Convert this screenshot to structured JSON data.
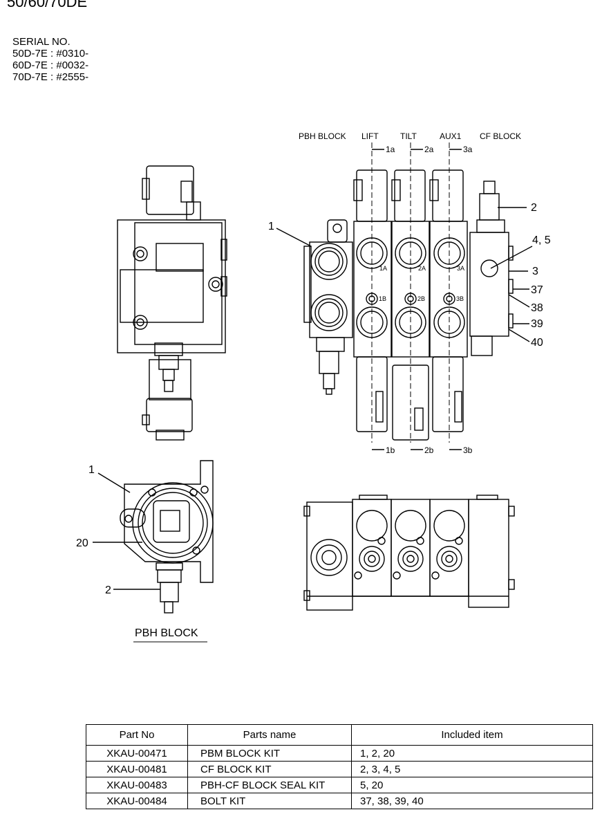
{
  "page_title": "50/60/70DE",
  "serial": {
    "heading": "SERIAL NO.",
    "lines": [
      "50D-7E : #0310-",
      "60D-7E : #0032-",
      "70D-7E : #2555-"
    ]
  },
  "diagram": {
    "top_labels": [
      "PBH BLOCK",
      "LIFT",
      "TILT",
      "AUX1",
      "CF BLOCK"
    ],
    "port_top": [
      "1a",
      "2a",
      "3a"
    ],
    "port_bottom": [
      "1b",
      "2b",
      "3b"
    ],
    "port_A": [
      "1A",
      "2A",
      "3A"
    ],
    "port_B": [
      "1B",
      "2B",
      "3B"
    ],
    "callouts_front": [
      "1",
      "2",
      "4, 5",
      "3",
      "37",
      "38",
      "39",
      "40"
    ],
    "callouts_pbh": [
      "1",
      "20",
      "2"
    ],
    "pbh_caption": "PBH BLOCK"
  },
  "table": {
    "headers": [
      "Part No",
      "Parts name",
      "Included item"
    ],
    "rows": [
      [
        "XKAU-00471",
        "PBM BLOCK KIT",
        "1, 2, 20"
      ],
      [
        "XKAU-00481",
        "CF BLOCK KIT",
        "2, 3, 4, 5"
      ],
      [
        "XKAU-00483",
        "PBH-CF BLOCK SEAL KIT",
        "5, 20"
      ],
      [
        "XKAU-00484",
        "BOLT KIT",
        "37, 38, 39, 40"
      ]
    ]
  }
}
